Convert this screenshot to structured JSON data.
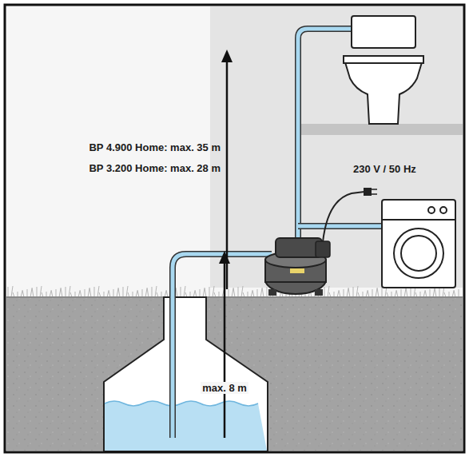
{
  "diagram": {
    "labels": [
      "BP 4.900 Home: max. 35 m",
      "BP 3.200 Home: max. 28 m",
      "230 V / 50 Hz",
      "max. 8 m"
    ]
  }
}
